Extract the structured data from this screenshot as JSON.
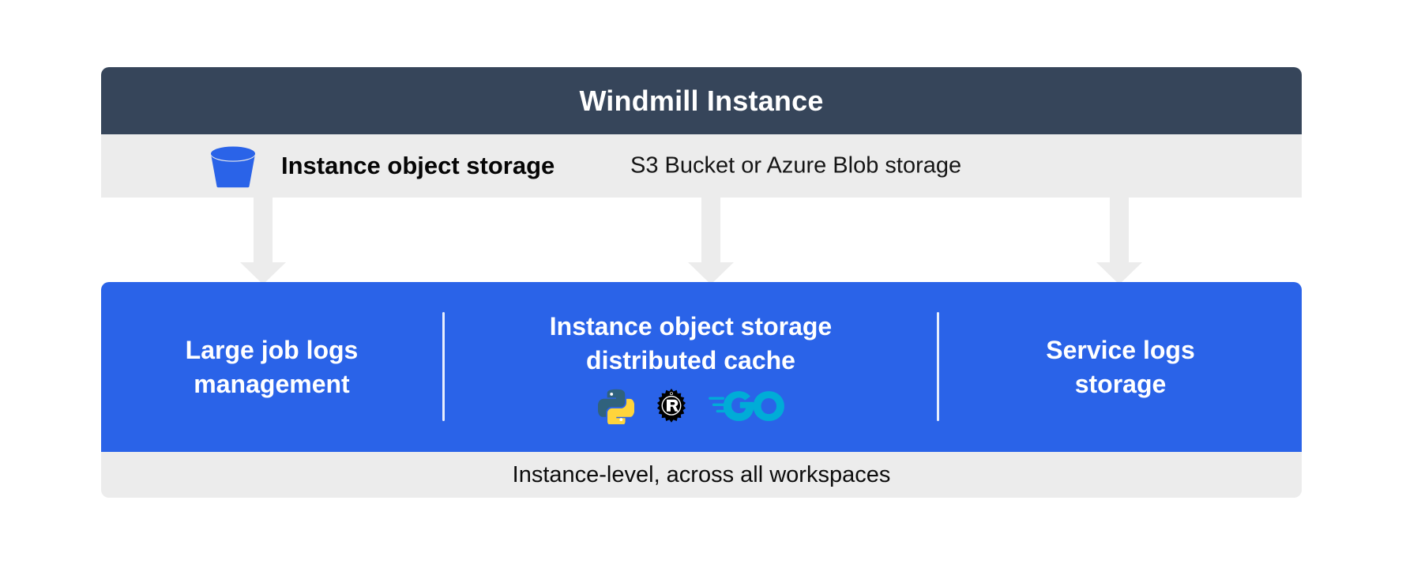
{
  "diagram": {
    "header": {
      "title": "Windmill Instance",
      "bg_color": "#36455a",
      "text_color": "#ffffff"
    },
    "storage_row": {
      "icon": "bucket-icon",
      "icon_color": "#2a63e8",
      "label": "Instance object storage",
      "sublabel": "S3 Bucket or Azure Blob storage",
      "bg_color": "#ececec"
    },
    "connectors": [
      {
        "name": "arrow-to-large-job-logs",
        "target": "Large job logs management"
      },
      {
        "name": "arrow-to-distributed-cache",
        "target": "Instance object storage distributed cache"
      },
      {
        "name": "arrow-to-service-logs",
        "target": "Service logs storage"
      }
    ],
    "panel": {
      "bg_color": "#2a63e8",
      "text_color": "#ffffff",
      "columns": [
        {
          "id": "large-job-logs",
          "title": "Large job logs\nmanagement",
          "languages": []
        },
        {
          "id": "distributed-cache",
          "title": "Instance object storage\ndistributed cache",
          "languages": [
            {
              "name": "python-logo",
              "label": "Python",
              "colors": [
                "#30627d",
                "#ffd43b"
              ]
            },
            {
              "name": "rust-logo",
              "label": "Rust",
              "colors": [
                "#000000"
              ]
            },
            {
              "name": "go-logo",
              "label": "Go",
              "colors": [
                "#00acd7"
              ]
            }
          ]
        },
        {
          "id": "service-logs",
          "title": "Service logs\nstorage",
          "languages": []
        }
      ]
    },
    "footer": {
      "text": "Instance-level, across all workspaces",
      "bg_color": "#ececec"
    }
  }
}
